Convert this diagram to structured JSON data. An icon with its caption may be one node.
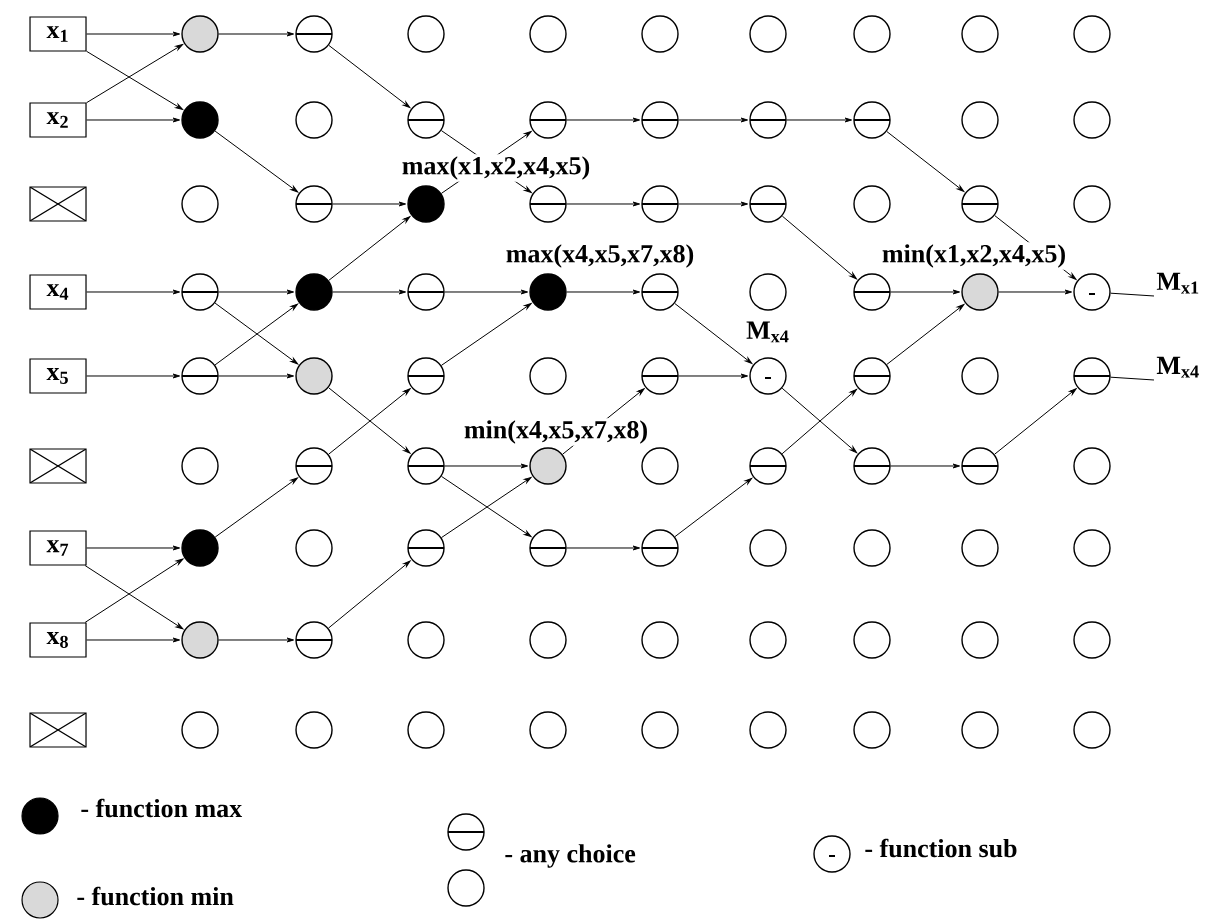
{
  "diagram": {
    "nodes": [
      {
        "text": [
          "x$_{1}$"
        ]
      },
      {
        "text": [],
        "shape": "circle"
      },
      {
        "text": [],
        "shape": "circle"
      },
      {
        "text": [],
        "shape": "circle"
      },
      {
        "text": [],
        "shape": "circle"
      },
      {
        "text": [],
        "shape": "circle"
      },
      {
        "text": [],
        "shape": "circle"
      },
      {
        "text": [],
        "shape": "circle"
      },
      {
        "text": [],
        "shape": "circle"
      },
      {
        "text": [],
        "shape": "circle"
      },
      {
        "text": [
          "x$_{2}$"
        ]
      },
      {
        "text": [],
        "shape": "circle"
      },
      {
        "text": [],
        "shape": "circle"
      },
      {
        "text": [],
        "shape": "circle"
      },
      {
        "text": [],
        "shape": "circle"
      },
      {
        "text": [],
        "shape": "circle"
      },
      {
        "text": [],
        "shape": "circle"
      },
      {
        "text": [],
        "shape": "circle"
      },
      {
        "text": [],
        "shape": "circle"
      },
      {
        "text": [],
        "shape": "circle"
      },
      {
        "text": [],
        "shape": "box"
      },
      {
        "text": [],
        "shape": "circle"
      },
      {
        "text": [],
        "shape": "circle"
      },
      {
        "text": [],
        "shape": "circle",
        "beside": [
          "max(x1,x2,x4,x5)"
        ]
      },
      {
        "text": [],
        "shape": "circle"
      },
      {
        "text": [],
        "shape": "circle"
      },
      {
        "text": [],
        "shape": "circle"
      },
      {
        "text": [],
        "shape": "circle"
      },
      {
        "text": [],
        "shape": "circle"
      },
      {
        "text": [],
        "shape": "circle"
      },
      {
        "text": [
          "x$_{4}$"
        ]
      },
      {
        "text": [],
        "shape": "circle"
      },
      {
        "text": [],
        "shape": "circle"
      },
      {
        "text": [],
        "shape": "circle"
      },
      {
        "text": [],
        "shape": "circle",
        "beside": [
          "max(x4,x5,x7,x8)"
        ]
      },
      {
        "text": [],
        "shape": "circle"
      },
      {
        "text": [],
        "shape": "circle"
      },
      {
        "text": [],
        "shape": "circle"
      },
      {
        "text": [],
        "shape": "circle",
        "beside": [
          "min(x1,x2,x4,x5)"
        ]
      },
      {
        "text": [],
        "shape": "circle"
      },
      {
        "text": [
          "x$_{5}$"
        ]
      },
      {
        "text": [],
        "shape": "circle"
      },
      {
        "text": [],
        "shape": "circle"
      },
      {
        "text": [],
        "shape": "circle"
      },
      {
        "text": [],
        "shape": "circle"
      },
      {
        "text": [],
        "shape": "circle"
      },
      {
        "text": [],
        "shape": "circle",
        "beside": [
          "M$_{x4}$"
        ]
      },
      {
        "text": [],
        "shape": "circle"
      },
      {
        "text": [],
        "shape": "circle"
      },
      {
        "text": [],
        "shape": "circle"
      },
      {
        "text": [],
        "shape": "box"
      },
      {
        "text": [],
        "shape": "circle"
      },
      {
        "text": [],
        "shape": "circle"
      },
      {
        "text": [],
        "shape": "circle"
      },
      {
        "text": [],
        "shape": "circle",
        "beside": [
          "min(x4,x5,x7,x8)"
        ]
      },
      {
        "text": [],
        "shape": "circle"
      },
      {
        "text": [],
        "shape": "circle"
      },
      {
        "text": [],
        "shape": "circle"
      },
      {
        "text": [],
        "shape": "circle"
      },
      {
        "text": [],
        "shape": "circle"
      },
      {
        "text": [
          "x$_{7}$"
        ]
      },
      {
        "text": [],
        "shape": "circle"
      },
      {
        "text": [],
        "shape": "circle"
      },
      {
        "text": [],
        "shape": "circle"
      },
      {
        "text": [],
        "shape": "circle"
      },
      {
        "text": [],
        "shape": "circle"
      },
      {
        "text": [],
        "shape": "circle"
      },
      {
        "text": [],
        "shape": "circle"
      },
      {
        "text": [],
        "shape": "circle"
      },
      {
        "text": [],
        "shape": "circle"
      },
      {
        "text": [
          "x$_{8}$"
        ]
      },
      {
        "text": [],
        "shape": "circle"
      },
      {
        "text": [],
        "shape": "circle"
      },
      {
        "text": [],
        "shape": "circle"
      },
      {
        "text": [],
        "shape": "circle"
      },
      {
        "text": [],
        "shape": "circle"
      },
      {
        "text": [],
        "shape": "circle"
      },
      {
        "text": [],
        "shape": "circle"
      },
      {
        "text": [],
        "shape": "circle"
      },
      {
        "text": [],
        "shape": "circle"
      },
      {
        "text": [],
        "shape": "box"
      },
      {
        "text": [],
        "shape": "circle"
      },
      {
        "text": [],
        "shape": "circle"
      },
      {
        "text": [],
        "shape": "circle"
      },
      {
        "text": [],
        "shape": "circle"
      },
      {
        "text": [],
        "shape": "circle"
      },
      {
        "text": [],
        "shape": "circle"
      },
      {
        "text": [],
        "shape": "circle"
      },
      {
        "text": [],
        "shape": "circle"
      },
      {
        "text": [],
        "shape": "circle"
      },
      {
        "text": [
          "M$_{x1}$"
        ]
      },
      {
        "text": [
          "M$_{x4}$"
        ]
      }
    ],
    "edges": [
      {
        "from": 0,
        "to": 1,
        "arrow": "to"
      },
      {
        "from": 0,
        "to": 11,
        "arrow": "to"
      },
      {
        "from": 10,
        "to": 1,
        "arrow": "to"
      },
      {
        "from": 10,
        "to": 11,
        "arrow": "to"
      },
      {
        "from": 30,
        "to": 31,
        "arrow": "to"
      },
      {
        "from": 40,
        "to": 41,
        "arrow": "to"
      },
      {
        "from": 60,
        "to": 61,
        "arrow": "to"
      },
      {
        "from": 60,
        "to": 71,
        "arrow": "to"
      },
      {
        "from": 70,
        "to": 61,
        "arrow": "to"
      },
      {
        "from": 70,
        "to": 71,
        "arrow": "to"
      },
      {
        "from": 1,
        "to": 2,
        "arrow": "to"
      },
      {
        "from": 11,
        "to": 22,
        "arrow": "to"
      },
      {
        "from": 2,
        "to": 13,
        "arrow": "to"
      },
      {
        "from": 13,
        "to": 24,
        "arrow": "to"
      },
      {
        "from": 22,
        "to": 23,
        "arrow": "to"
      },
      {
        "from": 23,
        "to": 14,
        "arrow": "to"
      },
      {
        "from": 14,
        "to": 15,
        "arrow": "to"
      },
      {
        "from": 15,
        "to": 16,
        "arrow": "to"
      },
      {
        "from": 16,
        "to": 17,
        "arrow": "to"
      },
      {
        "from": 17,
        "to": 28,
        "arrow": "to"
      },
      {
        "from": 24,
        "to": 25,
        "arrow": "to"
      },
      {
        "from": 25,
        "to": 26,
        "arrow": "to"
      },
      {
        "from": 26,
        "to": 37,
        "arrow": "to"
      },
      {
        "from": 32,
        "to": 23,
        "arrow": "to"
      },
      {
        "from": 31,
        "to": 32,
        "arrow": "to"
      },
      {
        "from": 31,
        "to": 42,
        "arrow": "to"
      },
      {
        "from": 41,
        "to": 32,
        "arrow": "to"
      },
      {
        "from": 41,
        "to": 42,
        "arrow": "to"
      },
      {
        "from": 32,
        "to": 33,
        "arrow": "to"
      },
      {
        "from": 33,
        "to": 34,
        "arrow": "to"
      },
      {
        "from": 34,
        "to": 35,
        "arrow": "to"
      },
      {
        "from": 43,
        "to": 34,
        "arrow": "to"
      },
      {
        "from": 42,
        "to": 53,
        "arrow": "to"
      },
      {
        "from": 52,
        "to": 43,
        "arrow": "to"
      },
      {
        "from": 61,
        "to": 52,
        "arrow": "to"
      },
      {
        "from": 71,
        "to": 72,
        "arrow": "to"
      },
      {
        "from": 72,
        "to": 63,
        "arrow": "to"
      },
      {
        "from": 63,
        "to": 54,
        "arrow": "to"
      },
      {
        "from": 53,
        "to": 54,
        "arrow": "to"
      },
      {
        "from": 53,
        "to": 64,
        "arrow": "to"
      },
      {
        "from": 64,
        "to": 65,
        "arrow": "to"
      },
      {
        "from": 54,
        "to": 45,
        "arrow": "to"
      },
      {
        "from": 45,
        "to": 46,
        "arrow": "to"
      },
      {
        "from": 35,
        "to": 46,
        "arrow": "to"
      },
      {
        "from": 46,
        "to": 57,
        "arrow": "to"
      },
      {
        "from": 65,
        "to": 56,
        "arrow": "to"
      },
      {
        "from": 56,
        "to": 47,
        "arrow": "to"
      },
      {
        "from": 57,
        "to": 58,
        "arrow": "to"
      },
      {
        "from": 58,
        "to": 49,
        "arrow": "to"
      },
      {
        "from": 47,
        "to": 38,
        "arrow": "to"
      },
      {
        "from": 37,
        "to": 38,
        "arrow": "to"
      },
      {
        "from": 28,
        "to": 39,
        "arrow": "to"
      },
      {
        "from": 38,
        "to": 39,
        "arrow": "to"
      },
      {
        "from": 39,
        "to": 90,
        "arrow": "none"
      },
      {
        "from": 49,
        "to": 91,
        "arrow": "none"
      }
    ],
    "legend": [
      {
        "text": "- function max",
        "color": "#000000"
      },
      {
        "text": "- function min",
        "color": "#d9d9d9"
      },
      {
        "text": "- any choice"
      },
      {
        "text": "- function sub"
      }
    ]
  }
}
